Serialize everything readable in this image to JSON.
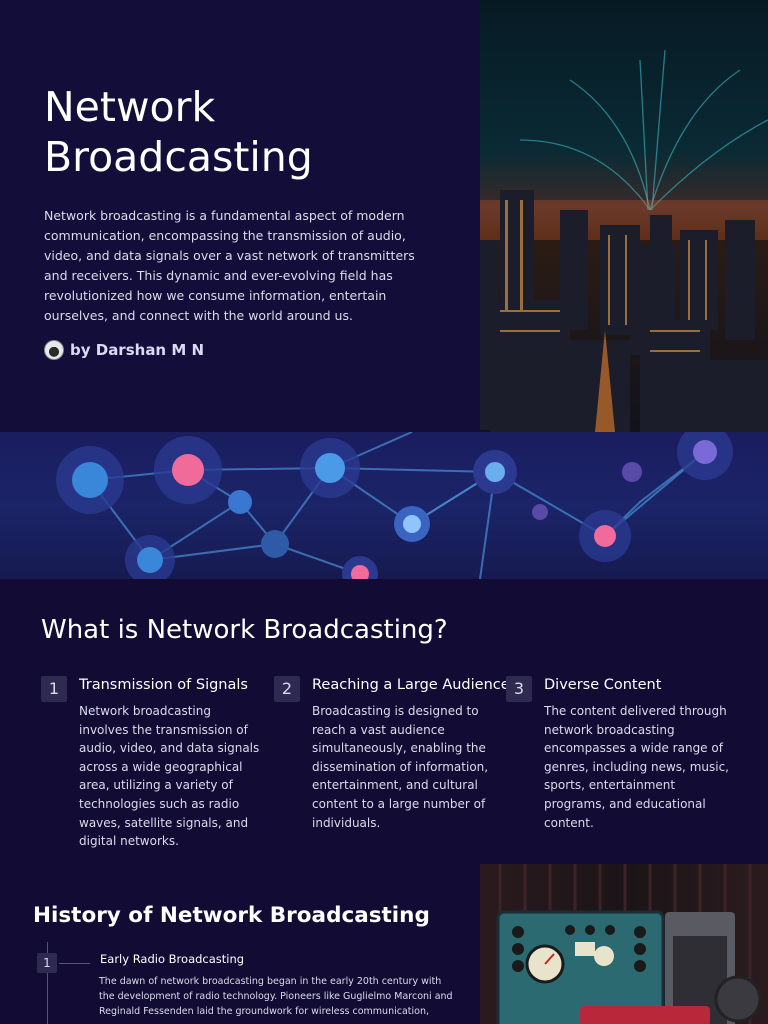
{
  "hero": {
    "title": "Network Broadcasting",
    "description": "Network broadcasting is a fundamental aspect of modern communication, encompassing the transmission of audio, video, and data signals over a vast network of transmitters and receivers. This dynamic and ever-evolving field has revolutionized how we consume information, entertain ourselves, and connect with the world around us.",
    "author": "by Darshan M N"
  },
  "what": {
    "title": "What is Network Broadcasting?",
    "cards": [
      {
        "number": "1",
        "title": "Transmission of Signals",
        "body": "Network broadcasting involves the transmission of audio, video, and data signals across a wide geographical area, utilizing a variety of technologies such as radio waves, satellite signals, and digital networks."
      },
      {
        "number": "2",
        "title": "Reaching a Large Audience",
        "body": "Broadcasting is designed to reach a vast audience simultaneously, enabling the dissemination of information, entertainment, and cultural content to a large number of individuals."
      },
      {
        "number": "3",
        "title": "Diverse Content",
        "body": "The content delivered through network broadcasting encompasses a wide range of genres, including news, music, sports, entertainment programs, and educational content."
      }
    ]
  },
  "history": {
    "title": "History of Network Broadcasting",
    "items": [
      {
        "number": "1",
        "title": "Early Radio Broadcasting",
        "body": "The dawn of network broadcasting began in the early 20th century with the development of radio technology. Pioneers like Guglielmo Marconi and Reginald Fessenden laid the groundwork for wireless communication,"
      }
    ]
  },
  "colors": {
    "background": "#120c35",
    "accent": "#2e2a52"
  }
}
